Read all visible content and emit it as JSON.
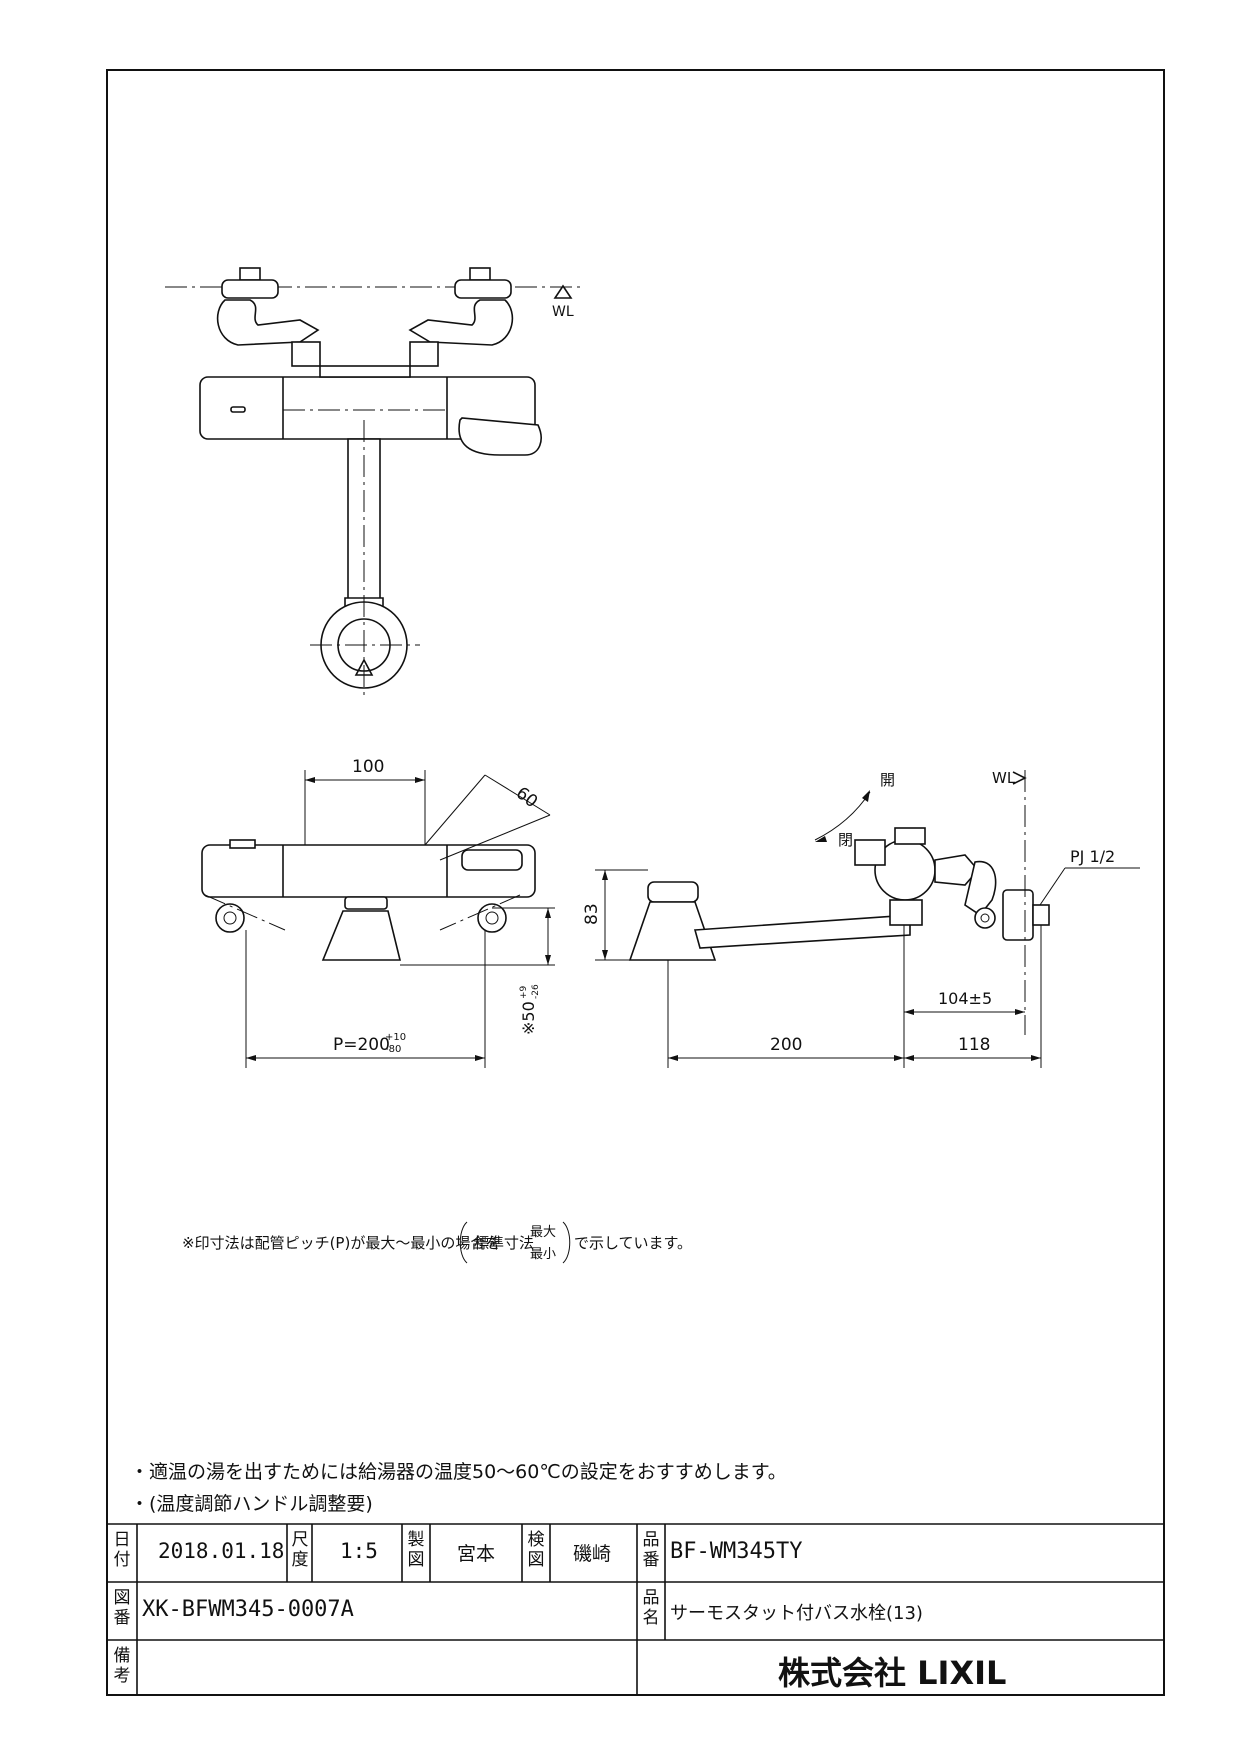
{
  "top_view": {
    "wl_label": "WL"
  },
  "front_view": {
    "dim_100": "100",
    "dim_60": "60",
    "dim_p": "P=200",
    "dim_p_tol_upper": "+10",
    "dim_p_tol_lower": "-80",
    "dim_50": "※50",
    "dim_50_tol_upper": "+9",
    "dim_50_tol_lower": "-26"
  },
  "side_view": {
    "open_label_top": "開",
    "close_label": "閉",
    "wl_label": "WL",
    "pj_label": "PJ 1/2",
    "dim_83": "83",
    "dim_104": "104±5",
    "dim_200": "200",
    "dim_118": "118"
  },
  "notes": {
    "pitch_note_prefix": "※印寸法は配管ピッチ(P)が最大～最小の場合を",
    "pitch_note_std": "標準寸法",
    "pitch_note_max": "最大",
    "pitch_note_min": "最小",
    "pitch_note_suffix": "で示しています。",
    "temp_note_1": "・適温の湯を出すためには給湯器の温度50～60℃の設定をおすすめします。",
    "temp_note_2": "・(温度調節ハンドル調整要)"
  },
  "title_block": {
    "date_label": "日付",
    "date_value": "2018.01.18",
    "scale_label": "尺度",
    "scale_value": "1:5",
    "drawn_label": "製図",
    "drawn_value": "宮本",
    "checked_label": "検図",
    "checked_value": "磯崎",
    "part_no_label": "品番",
    "part_no_value": "BF-WM345TY",
    "drawing_no_label": "図番",
    "drawing_no_value": "XK-BFWM345-0007A",
    "product_name_label": "品名",
    "product_name_value": "サーモスタット付バス水栓(13)",
    "remarks_label": "備考",
    "company": "株式会社 LIXIL"
  }
}
